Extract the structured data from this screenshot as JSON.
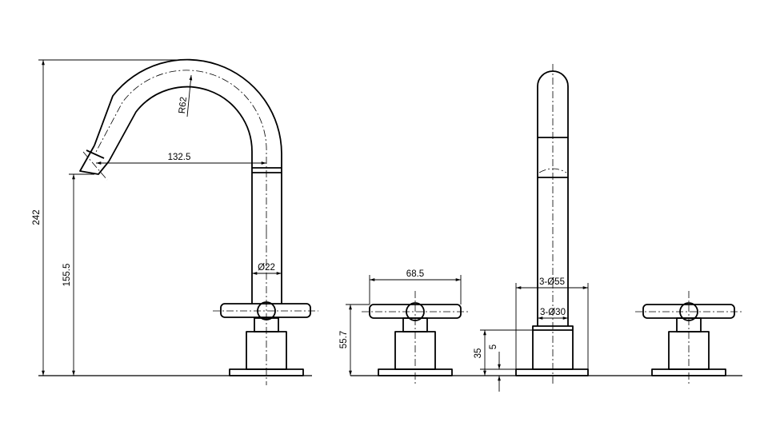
{
  "dimensions": {
    "total_height": "242",
    "spout_outlet_height": "155.5",
    "spout_reach": "132.5",
    "bend_radius": "R62",
    "spout_diameter": "Ø22",
    "handle_width": "68.5",
    "base_diameter": "3-Ø55",
    "hole_diameter": "3-Ø30",
    "handle_height": "55.7",
    "deck_height": "35",
    "deck_gap": "5"
  }
}
